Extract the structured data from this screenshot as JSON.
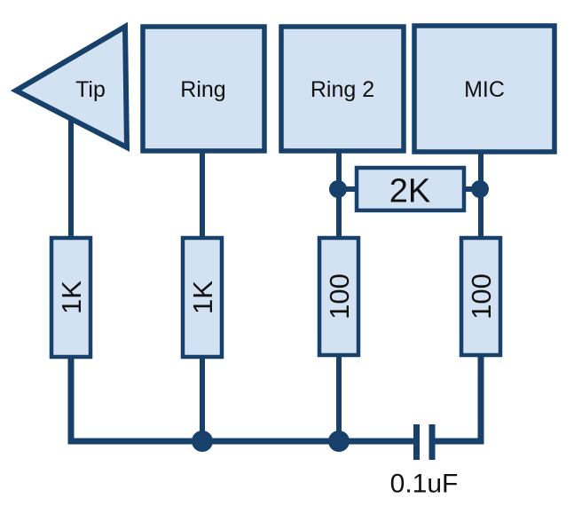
{
  "diagram": {
    "type": "circuit-schematic",
    "subject": "TRRS headset jack wiring with resistors and capacitor",
    "colors": {
      "background": "#ffffff",
      "stroke": "#17416b",
      "shape_fill": "#d3e2f2",
      "label_text": "#111111"
    },
    "connectors": {
      "tip": {
        "label": "Tip",
        "shape": "triangle"
      },
      "ring": {
        "label": "Ring",
        "shape": "square"
      },
      "ring2": {
        "label": "Ring 2",
        "shape": "square"
      },
      "mic": {
        "label": "MIC",
        "shape": "square"
      }
    },
    "resistors": {
      "tip": {
        "value": "1K",
        "orientation": "vertical"
      },
      "ring": {
        "value": "1K",
        "orientation": "vertical"
      },
      "ring2": {
        "value": "100",
        "orientation": "vertical"
      },
      "mic": {
        "value": "100",
        "orientation": "vertical"
      },
      "bridge": {
        "value": "2K",
        "orientation": "horizontal"
      }
    },
    "capacitor": {
      "value": "0.1uF"
    },
    "junctions": {
      "count": 4
    }
  }
}
